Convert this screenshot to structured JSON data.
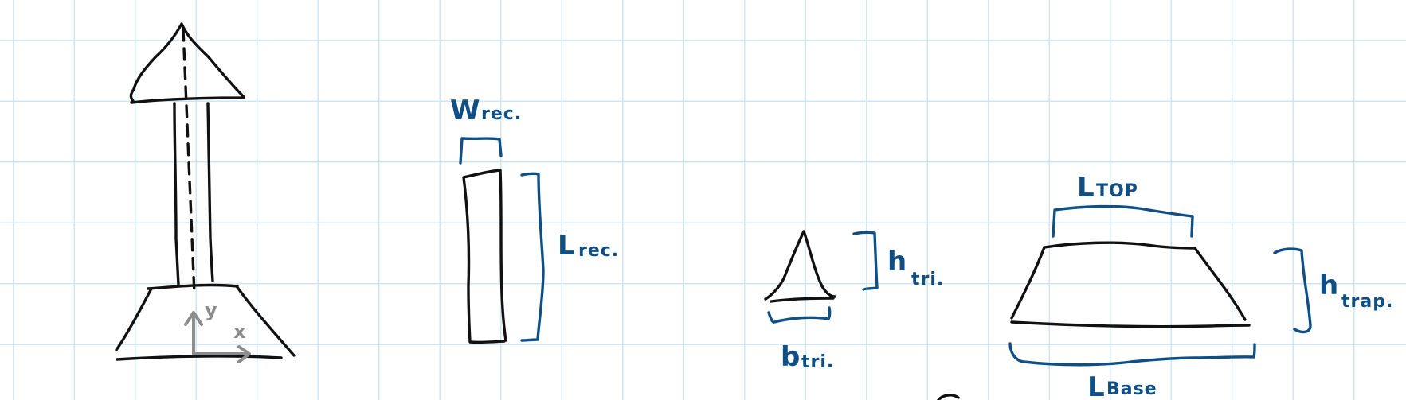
{
  "labels": {
    "w_rec": {
      "main": "W",
      "sub": "rec."
    },
    "l_rec": {
      "main": "L",
      "sub": "rec."
    },
    "h_tri": {
      "main": "h",
      "sub": "tri."
    },
    "b_tri": {
      "main": "b",
      "sub": "tri."
    },
    "l_top": {
      "main": "L",
      "sub": "TOP"
    },
    "h_trap": {
      "main": "h",
      "sub": "trap."
    },
    "l_base": {
      "main": "L",
      "sub": "Base"
    }
  },
  "axes": {
    "y": "y",
    "x": "x"
  },
  "colors": {
    "grid": "#cfe6f5",
    "outline_ink": "#111111",
    "dimension_ink": "#0f4f86",
    "axes_ink": "#8c8c8c"
  }
}
